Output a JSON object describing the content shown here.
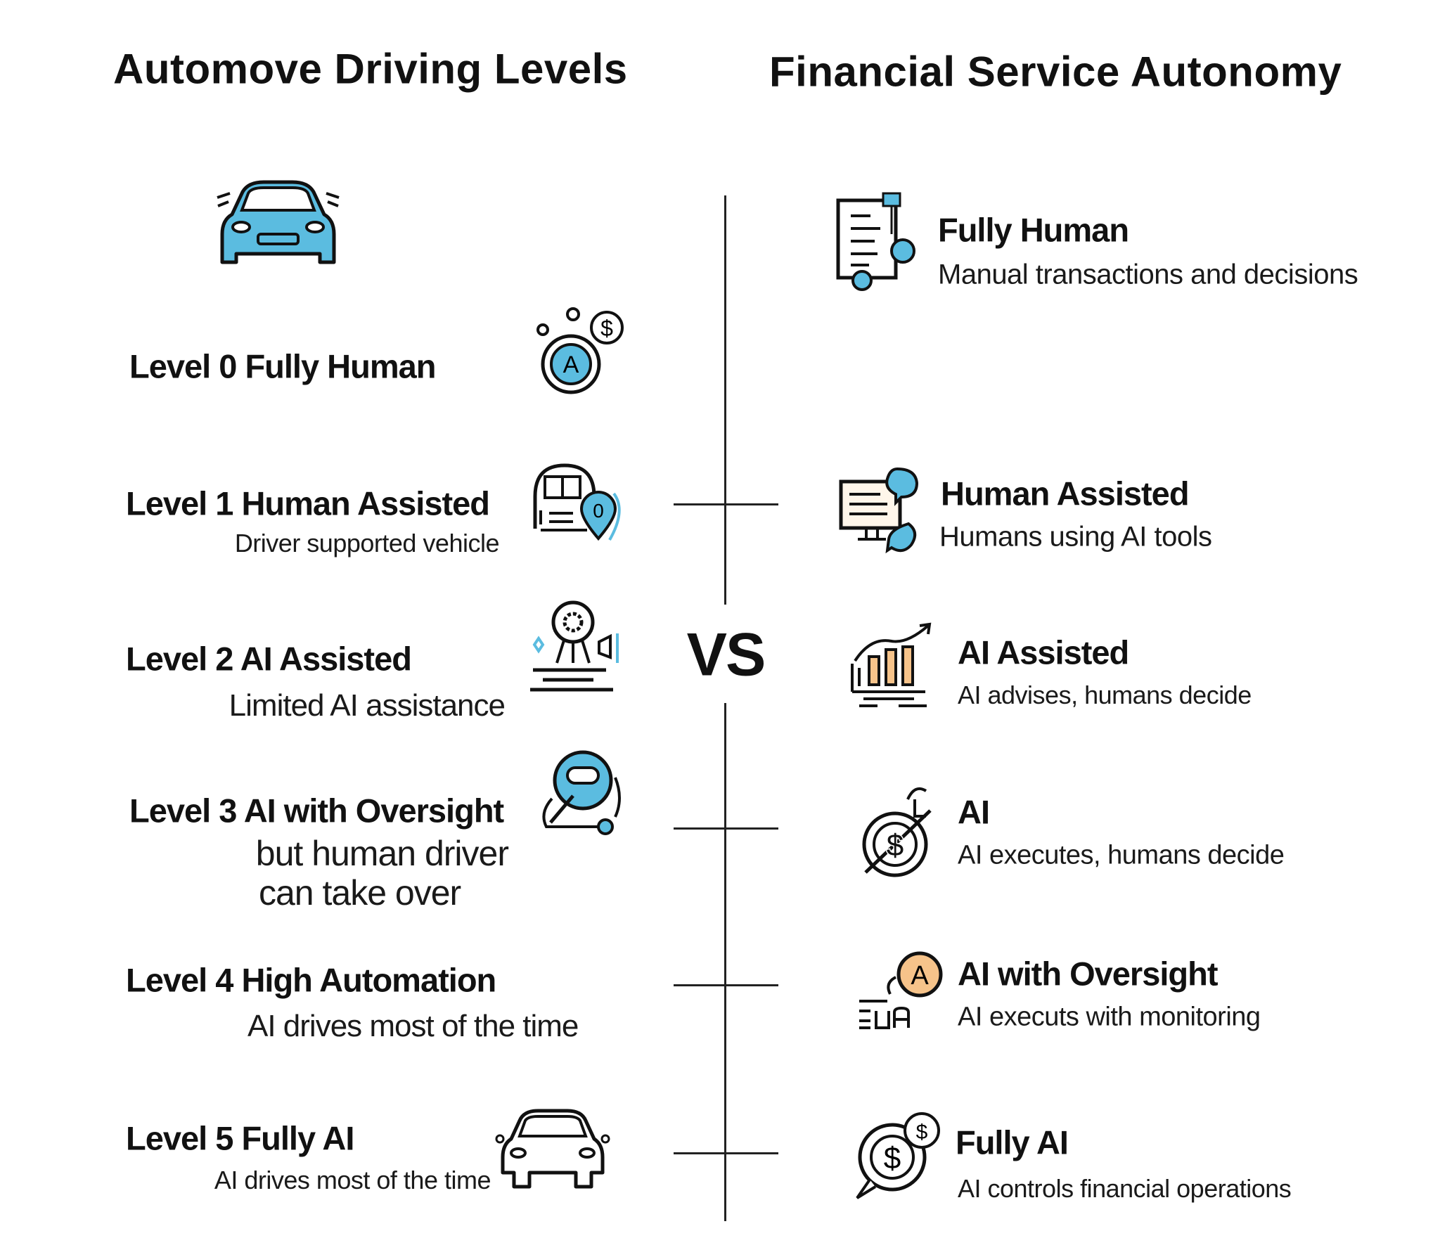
{
  "titles": {
    "left": "Automove Driving Levels",
    "right": "Financial Service Autonomy"
  },
  "divider": {
    "label": "VS"
  },
  "colors": {
    "accent_blue": "#5BBCE0",
    "accent_orange": "#F6C38A",
    "ink": "#111111"
  },
  "driving_levels": [
    {
      "title": "Level 0 Fully Human",
      "subtitle": "",
      "icon": "coin-a-icon"
    },
    {
      "title": "Level 1  Human Assisted",
      "subtitle": "Driver supported vehicle",
      "icon": "vehicle-pin-icon"
    },
    {
      "title": "Level 2 AI Assisted",
      "subtitle": "Limited AI assistance",
      "icon": "gear-sensor-icon"
    },
    {
      "title": "Level 3 AI with Oversight",
      "subtitle_line1": "but human driver",
      "subtitle_line2": "can take over",
      "icon": "driver-globe-icon"
    },
    {
      "title": "Level 4 High Automation",
      "subtitle": "AI drives most of the time"
    },
    {
      "title": "Level 5 Fully AI",
      "subtitle": "AI drives most of the time",
      "icon": "car-outline-icon"
    }
  ],
  "finance_levels": [
    {
      "title": "Fully Human",
      "subtitle": "Manual transactions and decisions",
      "icon": "document-icon"
    },
    {
      "title": "Human Assisted",
      "subtitle": "Humans using AI tools",
      "icon": "monitor-chat-icon"
    },
    {
      "title": "AI Assisted",
      "subtitle": "AI advises, humans decide",
      "icon": "bar-chart-icon"
    },
    {
      "title": "AI",
      "subtitle": "AI executes, humans decide",
      "icon": "dollar-cycle-icon"
    },
    {
      "title": "AI with Oversight",
      "subtitle": "AI executs with monitoring",
      "icon": "ai-badge-icon"
    },
    {
      "title": "Fully AI",
      "subtitle": "AI controls financial operations",
      "icon": "dollar-coins-icon"
    }
  ]
}
